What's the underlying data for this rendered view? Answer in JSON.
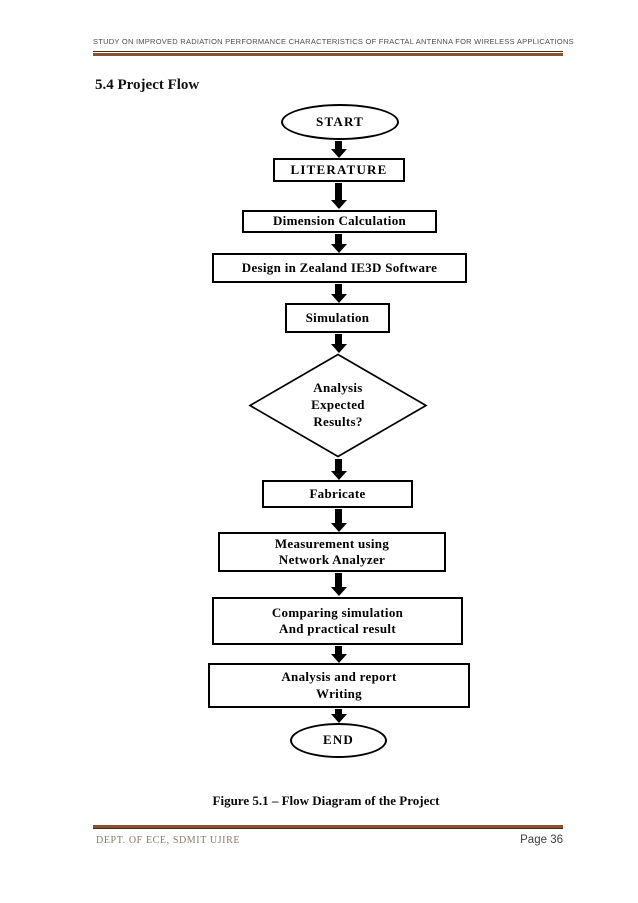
{
  "header": {
    "title": "STUDY ON IMPROVED RADIATION PERFORMANCE CHARACTERISTICS OF FRACTAL ANTENNA FOR WIRELESS APPLICATIONS"
  },
  "body": {
    "section_heading": "5.4 Project Flow",
    "caption": "Figure 5.1 – Flow Diagram of the Project"
  },
  "flowchart": {
    "nodes": [
      {
        "id": "start",
        "type": "terminator",
        "label": "START"
      },
      {
        "id": "literature",
        "type": "process",
        "label": "LITERATURE"
      },
      {
        "id": "dimension-calculation",
        "type": "process",
        "label": "Dimension Calculation"
      },
      {
        "id": "design-ie3d",
        "type": "process",
        "label": "Design in Zealand IE3D Software"
      },
      {
        "id": "simulation",
        "type": "process",
        "label": "Simulation"
      },
      {
        "id": "analysis-decision",
        "type": "decision",
        "label": "Analysis\nExpected\nResults?"
      },
      {
        "id": "fabricate",
        "type": "process",
        "label": "Fabricate"
      },
      {
        "id": "measurement",
        "type": "process",
        "label": "Measurement using\nNetwork Analyzer"
      },
      {
        "id": "comparing",
        "type": "process",
        "label": "Comparing simulation\nAnd practical result"
      },
      {
        "id": "analysis-report",
        "type": "process",
        "label": "Analysis and report\nWriting"
      },
      {
        "id": "end",
        "type": "terminator",
        "label": "END"
      }
    ]
  },
  "footer": {
    "left": "DEPT. OF ECE, SDMIT UJIRE",
    "right": "Page 36"
  },
  "colors": {
    "rule_brown": "#8a5230",
    "rule_dark": "#472916",
    "header_text": "#4d4d4d",
    "footer_left_text": "#867b6e",
    "footer_right_text": "#3d3d3d",
    "flow_ink": "#000000"
  }
}
